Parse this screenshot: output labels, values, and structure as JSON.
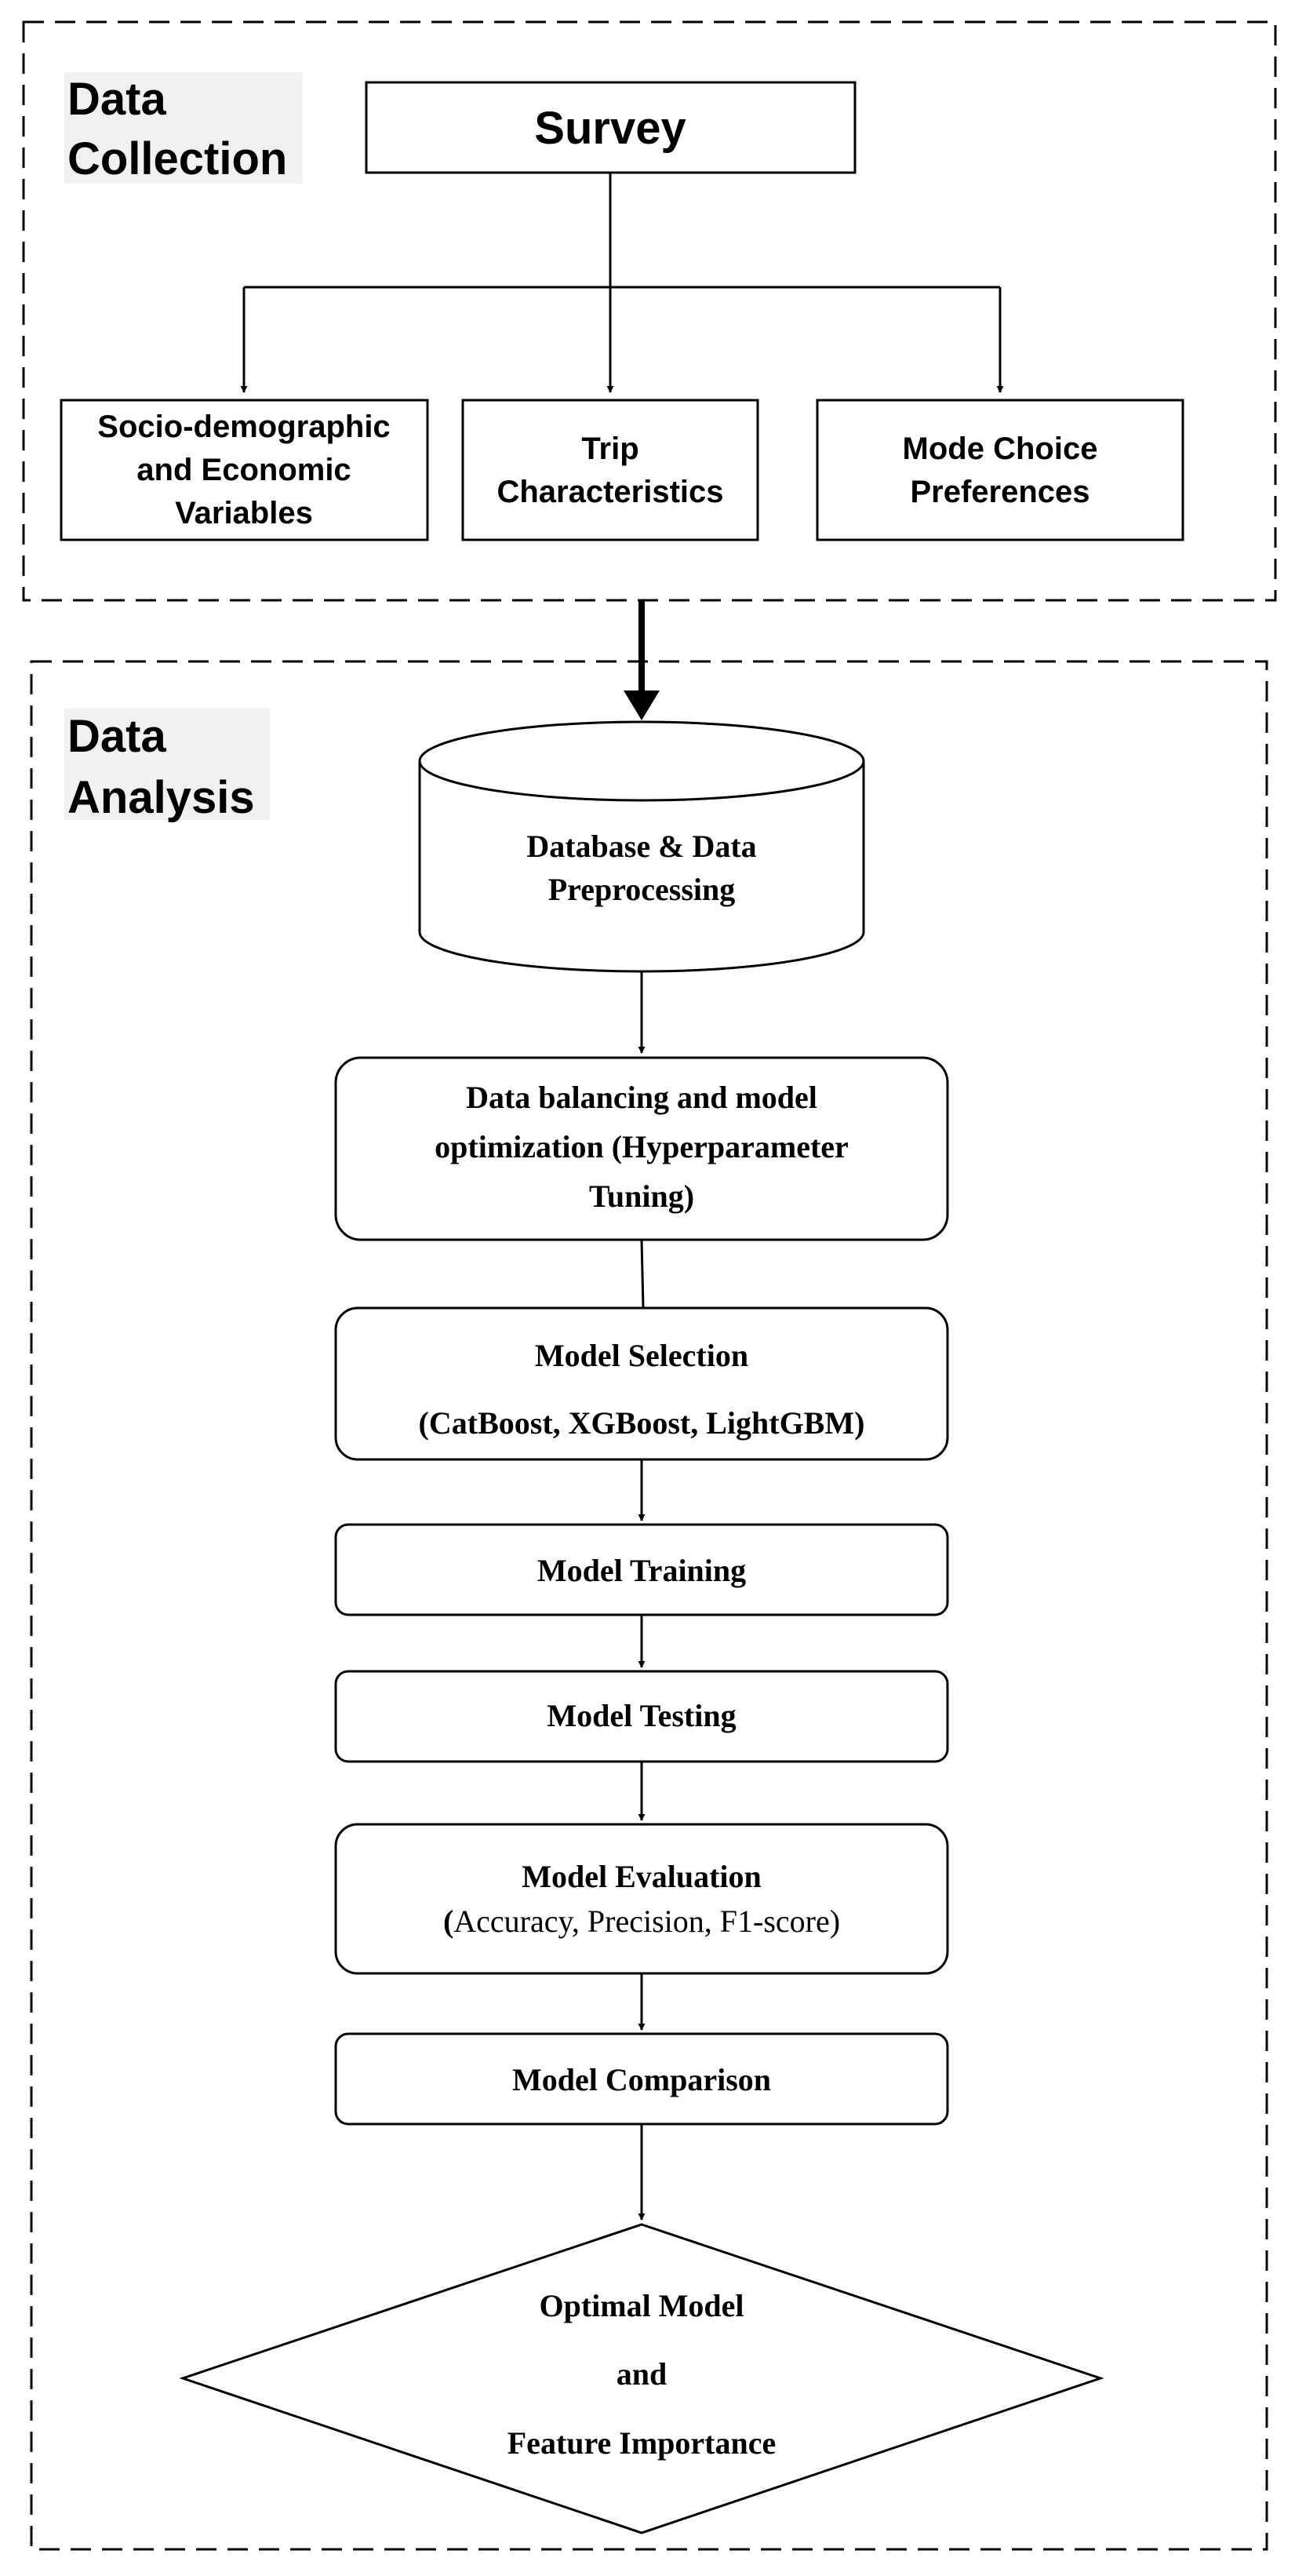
{
  "sections": {
    "collection_label": [
      "Data",
      "Collection"
    ],
    "analysis_label": [
      "Data",
      "Analysis"
    ]
  },
  "collection": {
    "survey": "Survey",
    "socio": [
      "Socio-demographic",
      "and Economic",
      "Variables"
    ],
    "trip": [
      "Trip",
      "Characteristics"
    ],
    "mode": [
      "Mode Choice",
      "Preferences"
    ]
  },
  "analysis": {
    "database": [
      "Database & Data",
      "Preprocessing"
    ],
    "balancing": [
      "Data balancing and model",
      "optimization (Hyperparameter",
      "Tuning)"
    ],
    "selection": [
      "Model Selection",
      "(CatBoost, XGBoost, LightGBM)"
    ],
    "training": "Model Training",
    "testing": "Model Testing",
    "evaluation": {
      "title": "Model Evaluation",
      "paren_open": "(",
      "metrics": "Accuracy, Precision, F1-score)"
    },
    "comparison": "Model Comparison",
    "optimal": [
      "Optimal Model",
      "and",
      "Feature Importance"
    ]
  }
}
